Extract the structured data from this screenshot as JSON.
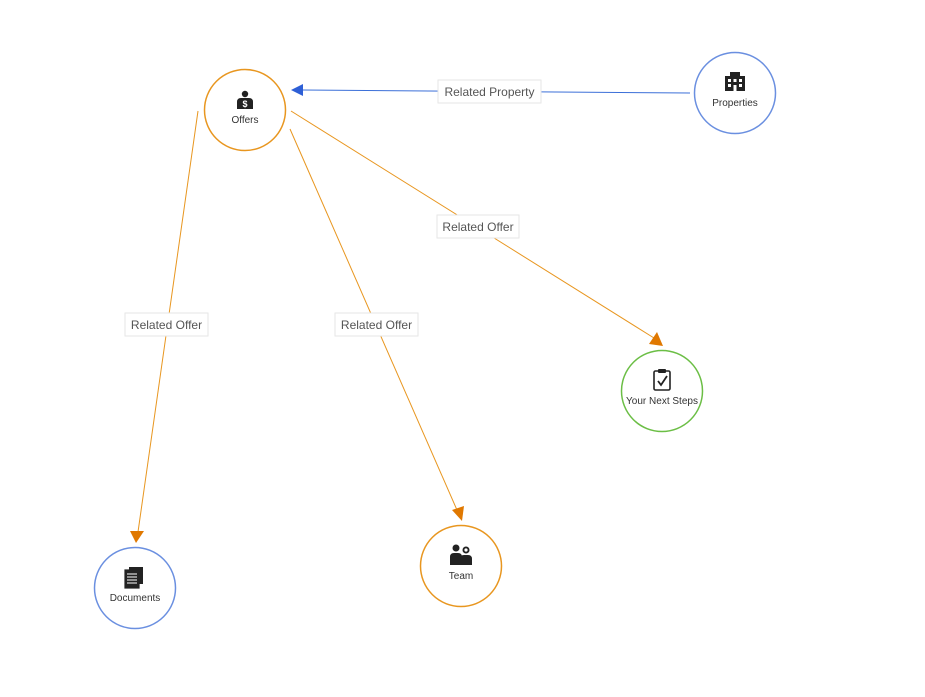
{
  "colors": {
    "orange": "#E8961F",
    "blue": "#6A8FE0",
    "green": "#6BBE45",
    "edge_orange": "#E8961F",
    "edge_blue": "#3B6FD8",
    "arrow_orange": "#E07800",
    "arrow_blue": "#2E5FD6"
  },
  "nodes": {
    "offers": {
      "label": "Offers",
      "icon": "money-person-icon",
      "color": "orange"
    },
    "properties": {
      "label": "Properties",
      "icon": "building-icon",
      "color": "blue"
    },
    "next_steps": {
      "label": "Your Next Steps",
      "icon": "clipboard-check-icon",
      "color": "green"
    },
    "documents": {
      "label": "Documents",
      "icon": "documents-icon",
      "color": "blue"
    },
    "team": {
      "label": "Team",
      "icon": "team-icon",
      "color": "orange"
    }
  },
  "edges": {
    "property_to_offers": {
      "label": "Related Property",
      "from": "properties",
      "to": "offers",
      "color": "blue"
    },
    "offers_to_next_steps": {
      "label": "Related Offer",
      "from": "offers",
      "to": "next_steps",
      "color": "orange"
    },
    "offers_to_documents": {
      "label": "Related Offer",
      "from": "offers",
      "to": "documents",
      "color": "orange"
    },
    "offers_to_team": {
      "label": "Related Offer",
      "from": "offers",
      "to": "team",
      "color": "orange"
    }
  }
}
